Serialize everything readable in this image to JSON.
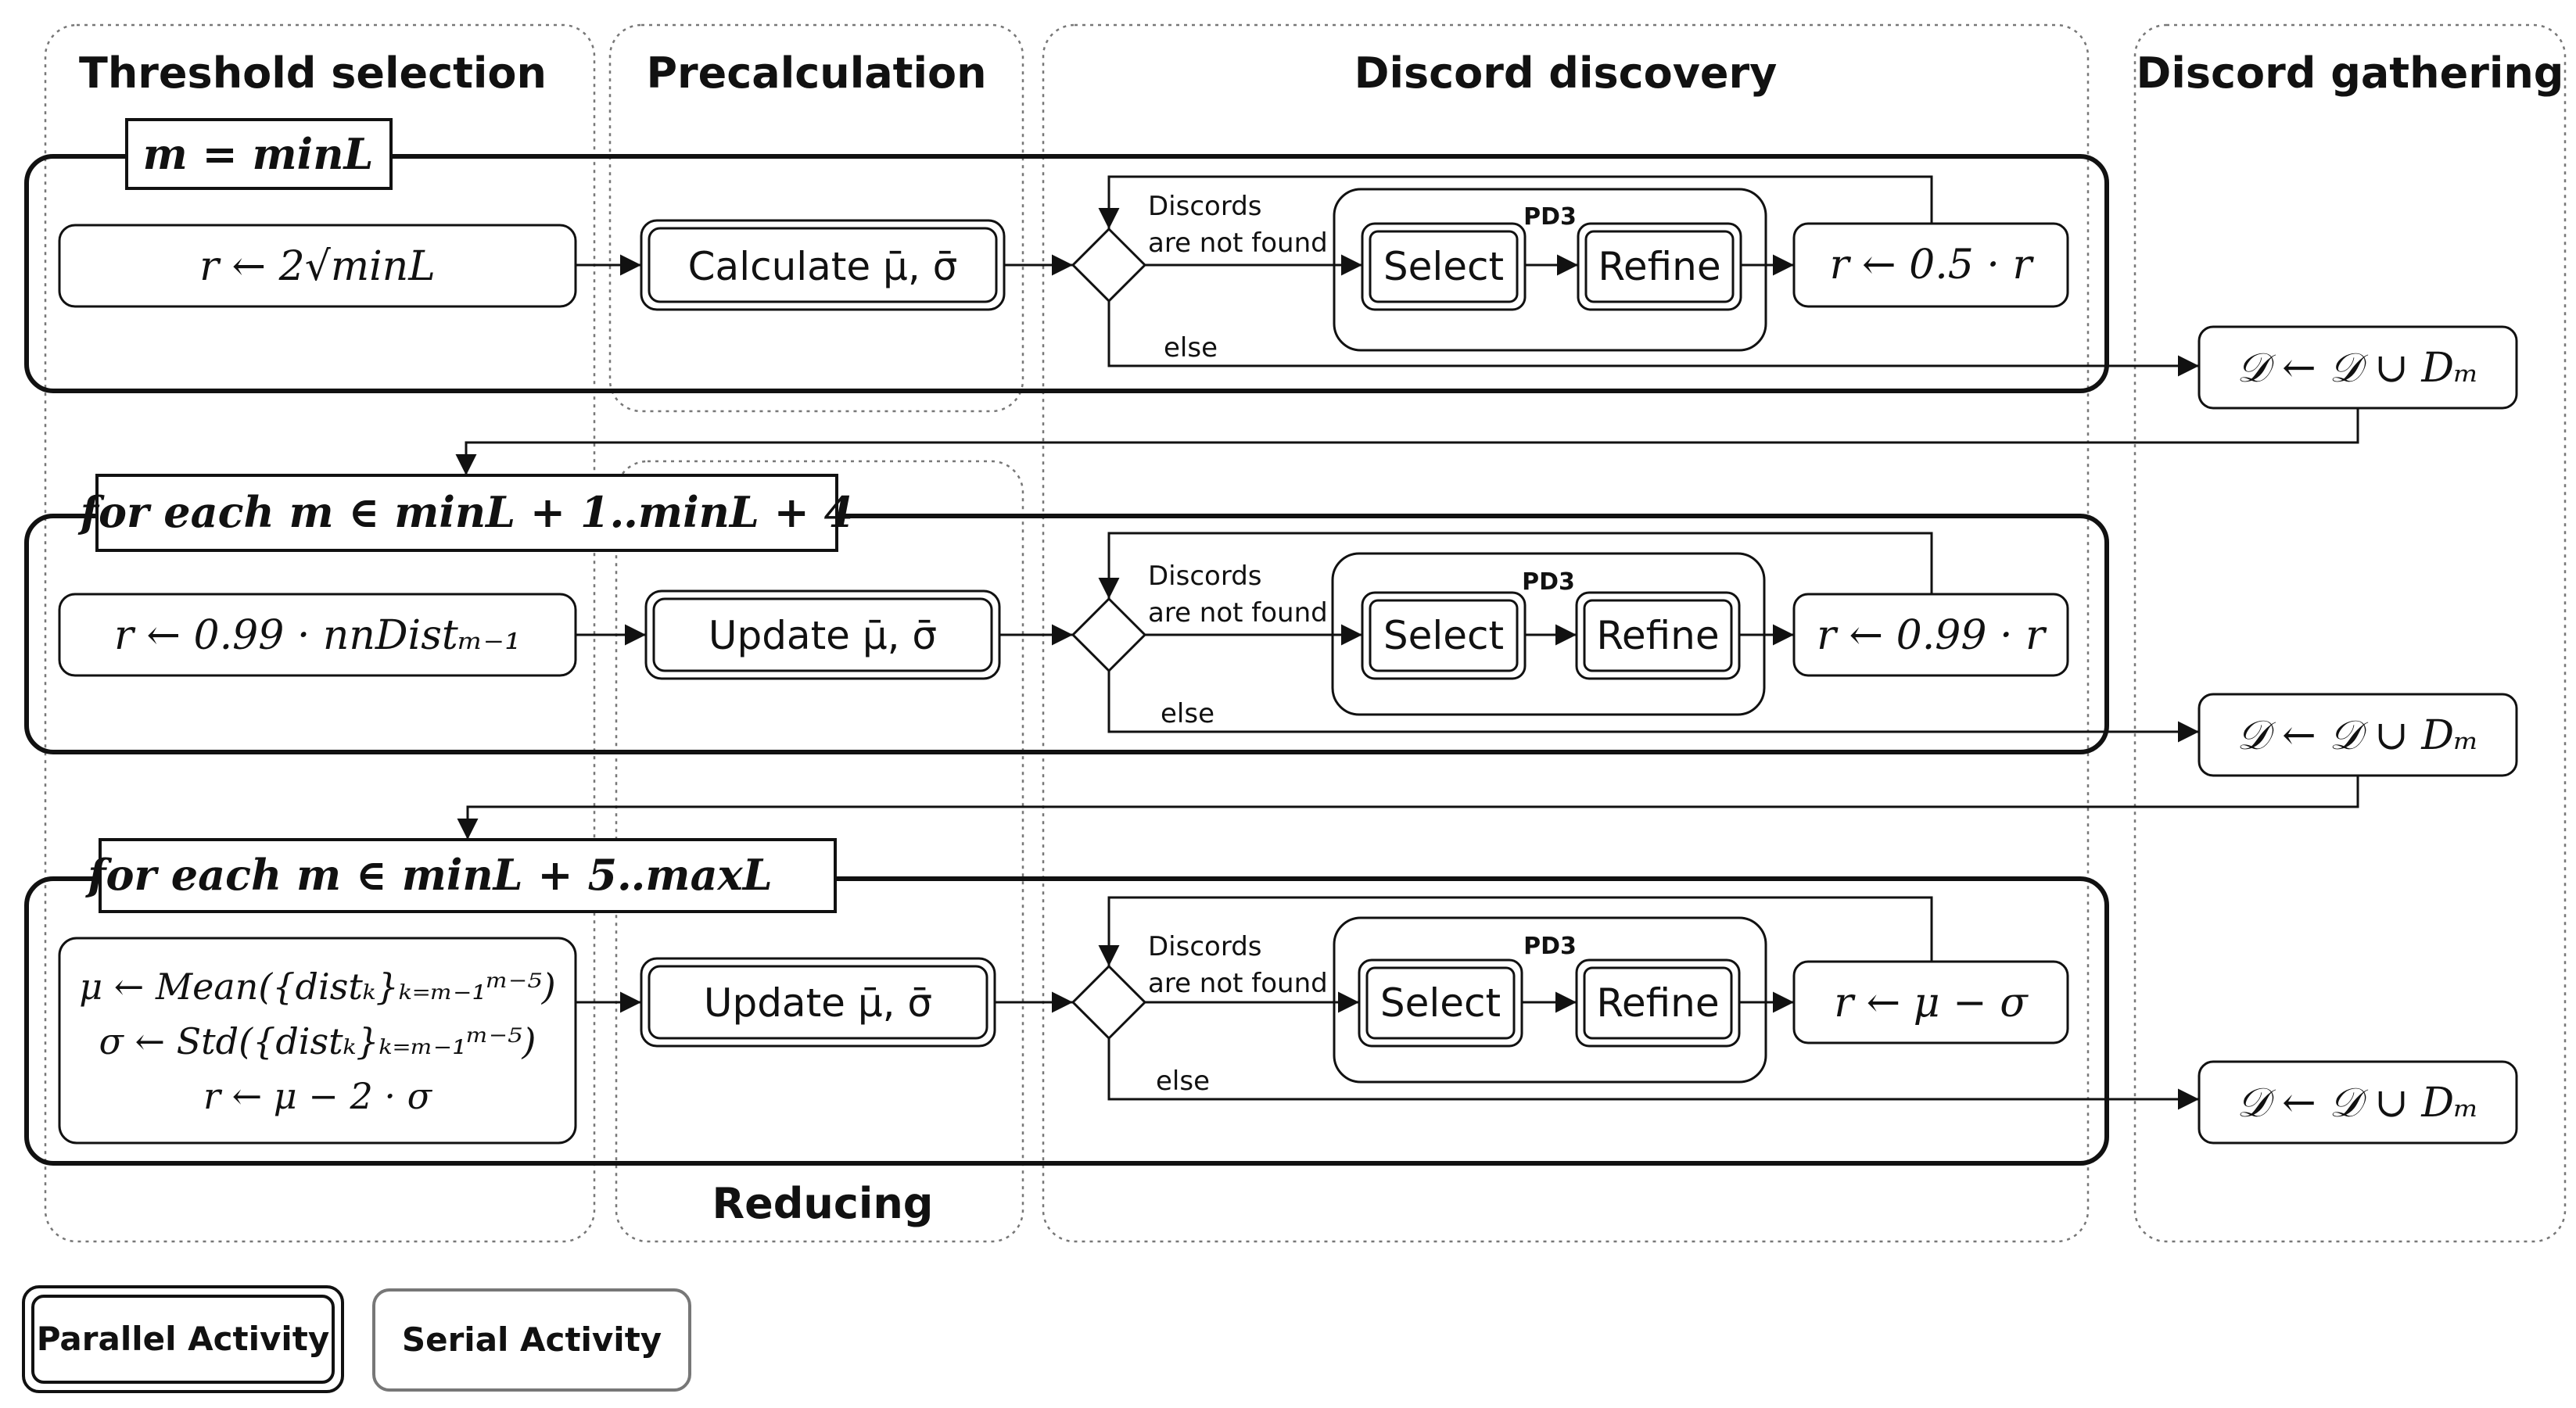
{
  "lanes": {
    "threshold": "Threshold selection",
    "precalc": "Precalculation",
    "discovery": "Discord discovery",
    "gathering": "Discord gathering",
    "reducing": "Reducing"
  },
  "stages": [
    {
      "title": "m = minL",
      "threshold": [
        "r ← 2√minL"
      ],
      "pre": "Calculate μ̄, σ̄",
      "update": "r ← 0.5 · r"
    },
    {
      "title": "for each m ∈ minL + 1‥minL + 4",
      "threshold": [
        "r ← 0.99 · nnDistₘ₋₁"
      ],
      "pre": "Update μ̄, σ̄",
      "update": "r ← 0.99 · r"
    },
    {
      "title": "for each m ∈ minL + 5‥maxL",
      "threshold": [
        "μ ← Mean({distₖ}ₖ₌ₘ₋₁ᵐ⁻⁵)",
        "σ ← Std({distₖ}ₖ₌ₘ₋₁ᵐ⁻⁵)",
        "r ← μ − 2 · σ"
      ],
      "pre": "Update μ̄, σ̄",
      "update": "r ← μ − σ"
    }
  ],
  "common": {
    "discords_line1": "Discords",
    "discords_line2": "are not found",
    "else": "else",
    "pd3": "PD3",
    "select": "Select",
    "refine": "Refine",
    "gather": "𝒟 ← 𝒟 ∪ Dₘ"
  },
  "legend": {
    "parallel": "Parallel Activity",
    "serial": "Serial Activity"
  }
}
